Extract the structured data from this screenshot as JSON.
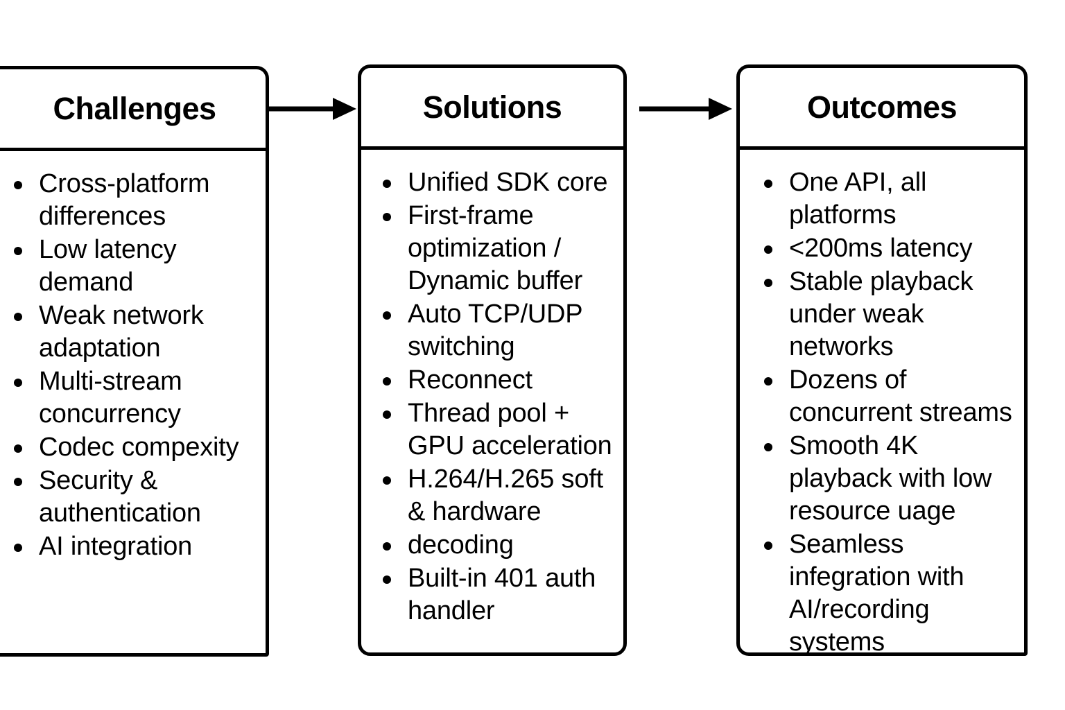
{
  "diagram": {
    "type": "flow",
    "orientation": "horizontal",
    "background_color": "#ffffff",
    "line_color": "#000000",
    "stages": [
      {
        "id": "challenges",
        "title": "Challenges",
        "clipped_at_left_edge": true,
        "items": [
          "Cross-platform differences",
          "Low latency demand",
          "Weak network adaptation",
          "Multi-stream concurrency",
          "Codec compexity",
          "Security & authentication",
          "AI integration"
        ]
      },
      {
        "id": "solutions",
        "title": "Solutions",
        "clipped_at_left_edge": false,
        "items": [
          "Unified SDK core",
          "First-frame optimization / Dynamic buffer",
          "Auto TCP/UDP switching",
          "Reconnect",
          "Thread pool + GPU acceleration",
          "H.264/H.265 soft & hardware",
          "decoding",
          "Built-in 401 auth handler"
        ]
      },
      {
        "id": "outcomes",
        "title": "Outcomes",
        "clipped_at_left_edge": false,
        "items": [
          "One API, all platforms",
          "<200ms latency",
          "Stable playback under weak networks",
          "Dozens of concurrent streams",
          "Smooth 4K playback with low resource uage",
          "Seamless infegration with AI/recording systems"
        ]
      }
    ],
    "connectors": [
      {
        "id": "arrow-challenges-to-solutions",
        "icon": "arrow-right-icon",
        "from": "challenges",
        "to": "solutions"
      },
      {
        "id": "arrow-solutions-to-outcomes",
        "icon": "arrow-right-icon",
        "from": "solutions",
        "to": "outcomes"
      }
    ]
  }
}
